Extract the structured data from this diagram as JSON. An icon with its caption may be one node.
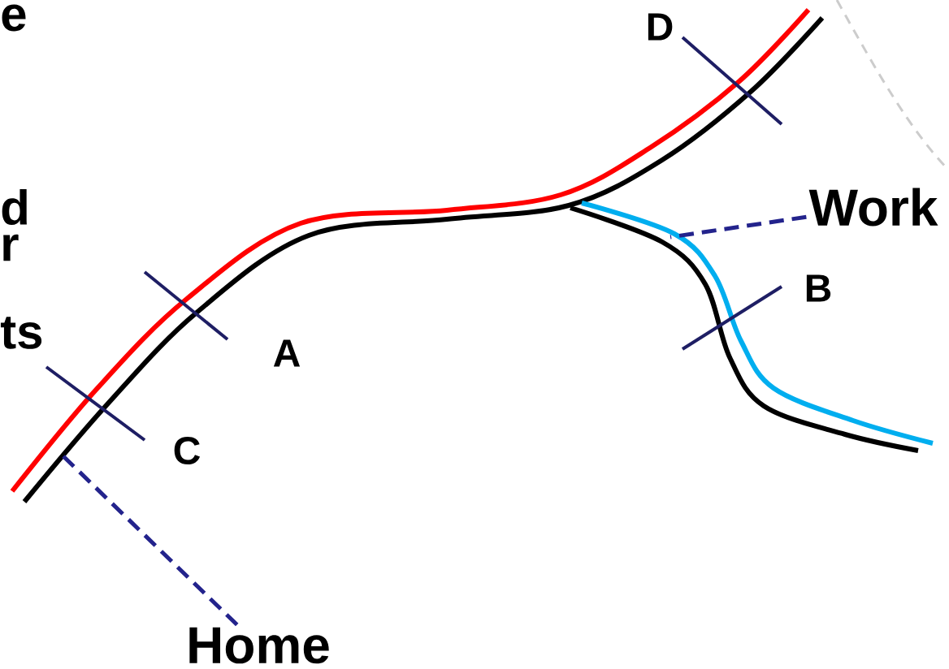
{
  "diagram": {
    "nodes": [
      {
        "text": [
          "Home"
        ]
      },
      {
        "text": [
          "Work"
        ]
      }
    ],
    "edges": [
      {
        "from": 0,
        "to": null,
        "arrow": "none",
        "style": "dashed"
      },
      {
        "from": 1,
        "to": null,
        "arrow": "none",
        "style": "dashed"
      }
    ],
    "labels": [
      "e",
      "d",
      "r",
      "ts",
      "D",
      "B",
      "A",
      "C"
    ]
  }
}
